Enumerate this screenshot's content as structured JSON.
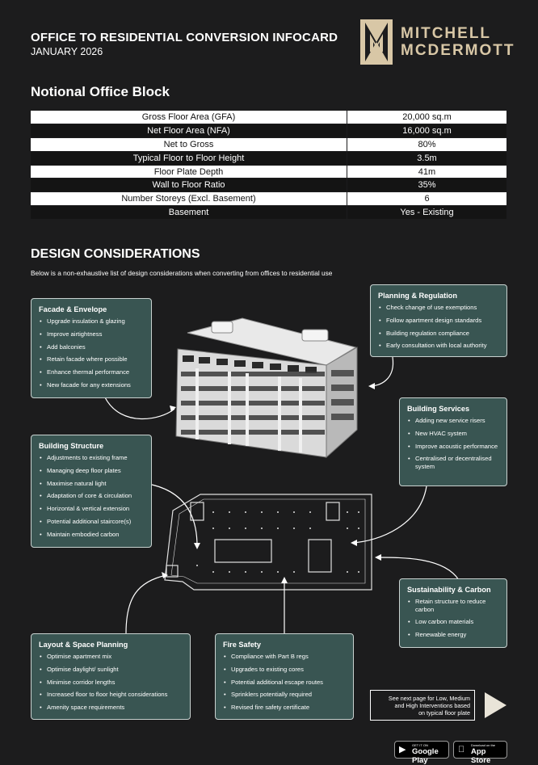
{
  "header": {
    "title": "OFFICE TO RESIDENTIAL CONVERSION INFOCARD",
    "date": "JANUARY 2026",
    "logo_line1": "MITCHELL",
    "logo_line2": "MCDERMOTT",
    "brand_color": "#d8c7a6"
  },
  "block": {
    "heading": "Notional Office Block",
    "rows": [
      {
        "k": "Gross Floor Area (GFA)",
        "v": "20,000 sq.m"
      },
      {
        "k": "Net Floor Area (NFA)",
        "v": "16,000 sq.m"
      },
      {
        "k": "Net to Gross",
        "v": "80%"
      },
      {
        "k": "Typical Floor to Floor Height",
        "v": "3.5m"
      },
      {
        "k": "Floor Plate Depth",
        "v": "41m"
      },
      {
        "k": "Wall to Floor Ratio",
        "v": "35%"
      },
      {
        "k": "Number Storeys (Excl. Basement)",
        "v": "6"
      },
      {
        "k": "Basement",
        "v": "Yes - Existing"
      }
    ]
  },
  "design": {
    "heading": "DESIGN CONSIDERATIONS",
    "intro": "Below is a non-exhaustive list of design considerations when converting from offices to residential use",
    "card_color": "#395552",
    "facade": {
      "title": "Facade & Envelope",
      "items": [
        "Upgrade insulation & glazing",
        "Improve airtightness",
        "Add balconies",
        "Retain facade where possible",
        "Enhance thermal performance",
        "New facade for any extensions"
      ]
    },
    "planning": {
      "title": "Planning & Regulation",
      "items": [
        "Check change of use exemptions",
        "Follow apartment design standards",
        "Building regulation compliance",
        "Early consultation with local authority"
      ]
    },
    "services": {
      "title": "Building Services",
      "items": [
        "Adding new service risers",
        "New HVAC system",
        "Improve acoustic performance",
        "Centralised or decentralised system"
      ]
    },
    "structure": {
      "title": "Building Structure",
      "items": [
        "Adjustments to existing frame",
        "Managing deep floor plates",
        "Maximise natural light",
        "Adaptation of core & circulation",
        "Horizontal & vertical extension",
        "Potential additional staircore(s)",
        "Maintain embodied carbon"
      ]
    },
    "sustain": {
      "title": "Sustainability & Carbon",
      "items": [
        "Retain structure to reduce carbon",
        "Low carbon materials",
        "Renewable energy"
      ]
    },
    "layout": {
      "title": "Layout & Space Planning",
      "items": [
        "Optimise apartment mix",
        "Optimise daylight/ sunlight",
        "Minimise corridor lengths",
        "Increased floor to floor height considerations",
        "Amenity space requirements"
      ]
    },
    "fire": {
      "title": "Fire Safety",
      "items": [
        "Compliance with Part B regs",
        "Upgrades to existing cores",
        "Potential additional escape routes",
        "Sprinklers potentially required",
        "Revised fire safety certificate"
      ]
    }
  },
  "footer": {
    "next_line1": "See next page for Low, Medium",
    "next_line2": "and High Interventions based",
    "next_line3": "on typical floor plate",
    "gp_small": "GET IT ON",
    "gp_big": "Google Play",
    "as_small": "Download on the",
    "as_big": "App Store"
  }
}
